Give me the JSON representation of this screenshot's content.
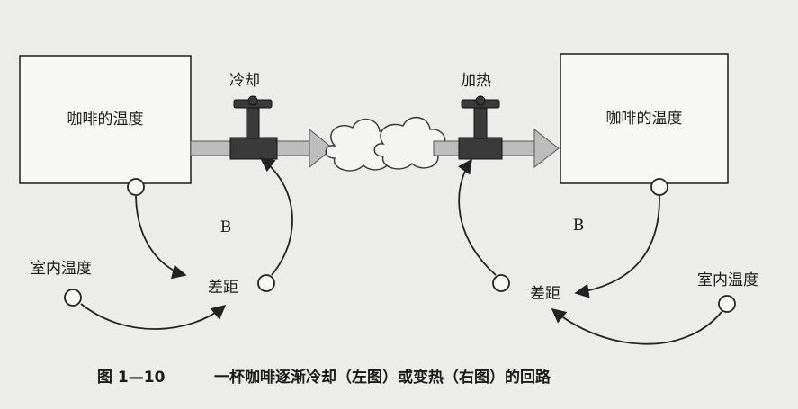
{
  "left": {
    "stock_label": "咖啡的温度",
    "valve_label": "冷却",
    "loop_label": "B",
    "gap_label": "差距",
    "env_label": "室内温度"
  },
  "right": {
    "stock_label": "咖啡的温度",
    "valve_label": "加热",
    "loop_label": "B",
    "gap_label": "差距",
    "env_label": "室内温度"
  },
  "caption": {
    "figure": "图 1—10",
    "text": "一杯咖啡逐渐冷却（左图）或变热（右图）的回路"
  }
}
